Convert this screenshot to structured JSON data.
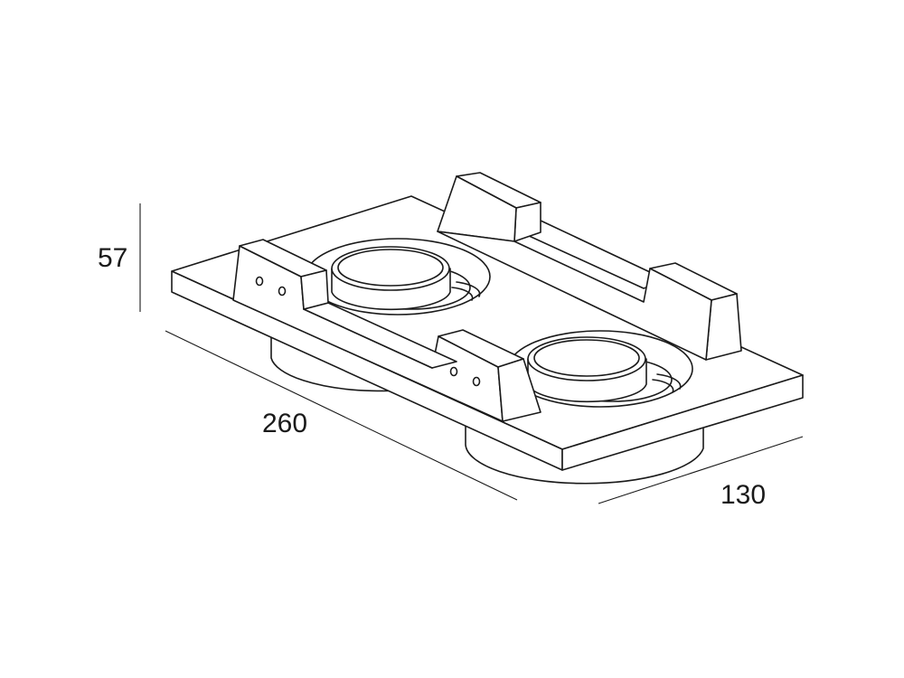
{
  "dimensions": {
    "height": "57",
    "length": "260",
    "width": "130"
  },
  "colors": {
    "line": "#1a1a1a",
    "background": "#ffffff"
  }
}
